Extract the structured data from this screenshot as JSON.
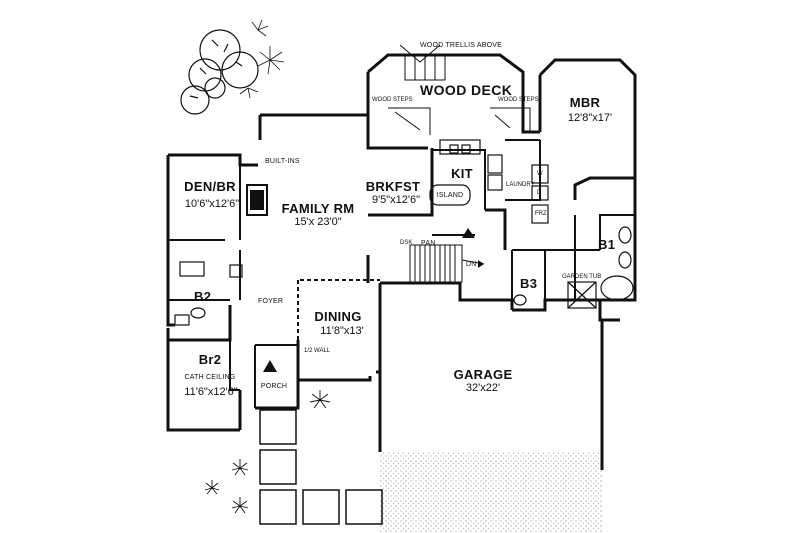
{
  "labels": {
    "trellis": "WOOD TRELLIS ABOVE",
    "wood_deck": "WOOD DECK",
    "wood_steps_left": "WOOD STEPS",
    "wood_steps_right": "WOOD STEPS",
    "mbr": "MBR",
    "mbr_dim": "12'8\"x17'",
    "builtins": "BUILT-INS",
    "den": "DEN/BR",
    "den_dim": "10'6\"x12'6\"",
    "family": "FAMILY RM",
    "family_dim": "15'x 23'0\"",
    "brkfst": "BRKFST",
    "brkfst_dim": "9'5\"x12'6\"",
    "kit": "KIT",
    "island": "ISLAND",
    "laundry": "LAUNDRY",
    "washer": "W",
    "dryer": "D",
    "frz": "FRZ",
    "b1": "B1",
    "garden_tub": "GARDEN TUB",
    "b2": "B2",
    "b3": "B3",
    "dsk": "DSK",
    "pan": "PAN",
    "dn": "DN",
    "foyer": "FOYER",
    "dining": "DINING",
    "dining_dim": "11'8\"x13'",
    "half_wall": "1/2 WALL",
    "br2": "Br2",
    "cath": "CATH CEILING",
    "br2_dim": "11'6\"x12'6\"",
    "porch": "PORCH",
    "garage": "GARAGE",
    "garage_dim": "32'x22'"
  },
  "colors": {
    "ink": "#111111",
    "paper": "#ffffff",
    "drive": "#8a8a8a"
  },
  "icons": [
    "tree-cluster-icon",
    "shrub-icon",
    "entry-arrow-icon",
    "fireplace-icon",
    "stair-arrow-icon"
  ]
}
